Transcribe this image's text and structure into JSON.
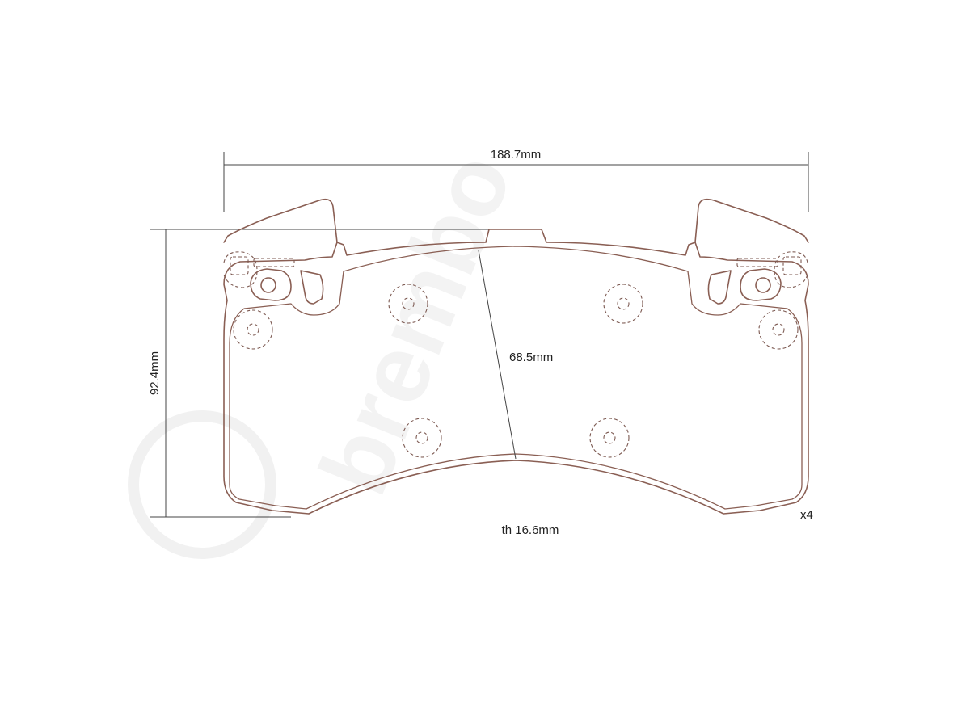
{
  "diagram": {
    "watermark_text": "brembo",
    "dimensions": {
      "width_label": "188.7mm",
      "height_label": "92.4mm",
      "friction_height_label": "68.5mm",
      "thickness_label": "th 16.6mm"
    },
    "quantity_label": "x4",
    "colors": {
      "outline": "#8a5f54",
      "dimension_lines": "#444444",
      "text": "#222222"
    }
  }
}
